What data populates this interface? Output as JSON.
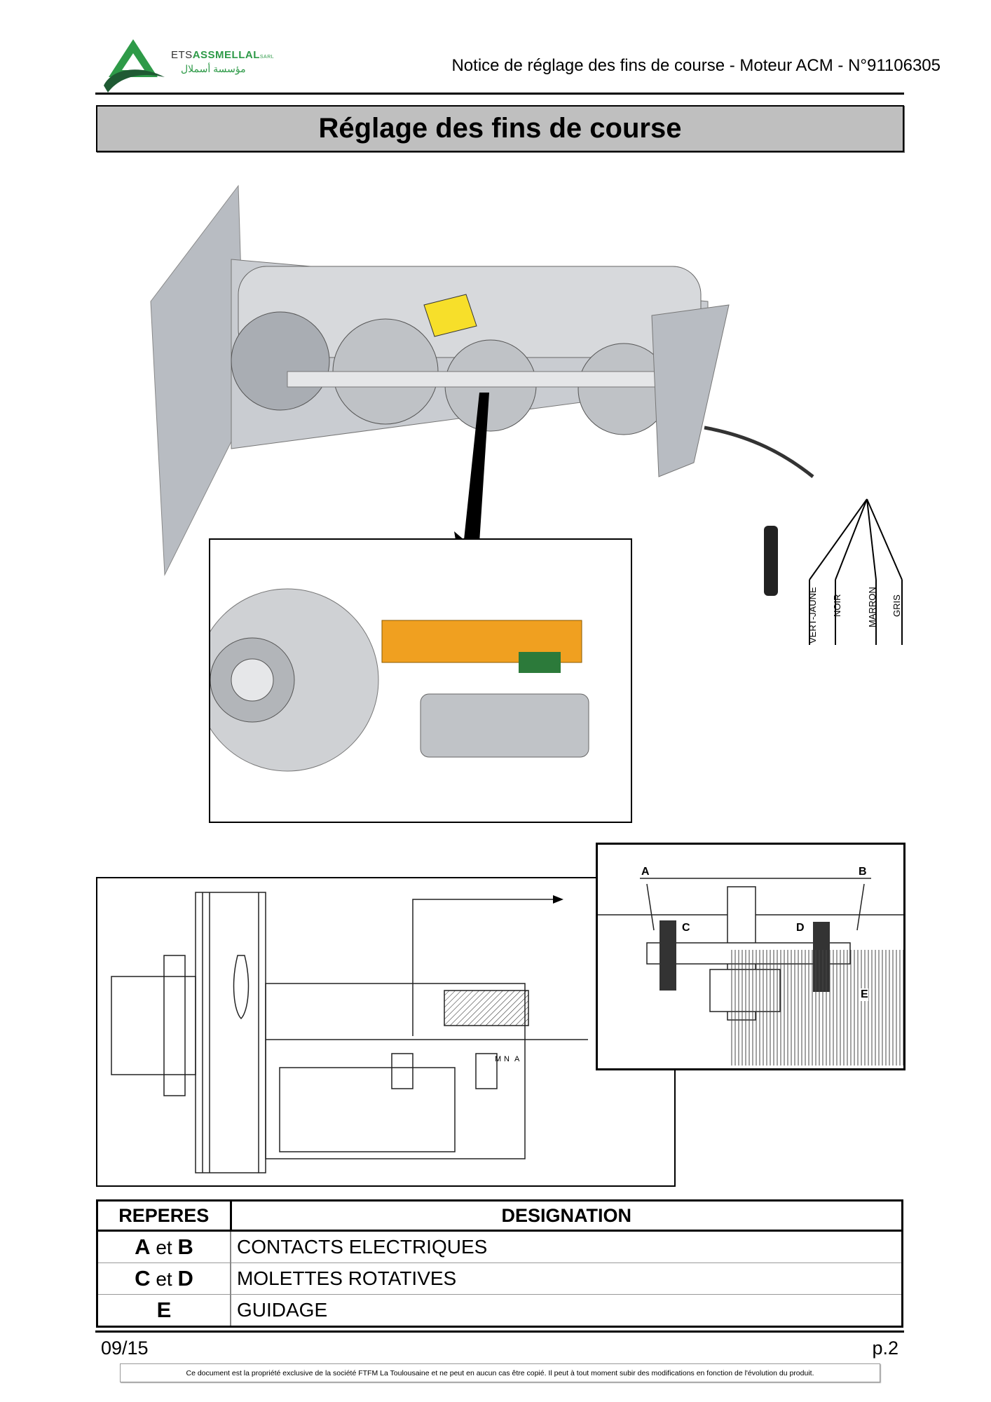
{
  "header": {
    "logo_text": "ETSASSMELLAL",
    "logo_text_prefix": "ETS",
    "logo_text_name": "ASSMELLAL",
    "logo_sarl": "SARL",
    "logo_arabic": "مؤسسة أسملال",
    "document_title": "Notice de réglage des fins de course - Moteur ACM - N°91106305"
  },
  "section_title": "Réglage des fins de course",
  "wires": [
    "VERT-JAUNE",
    "NOIR",
    "MARRON",
    "GRIS"
  ],
  "drawing": {
    "terminals": [
      "M",
      "N",
      "A"
    ]
  },
  "detail_labels": [
    "A",
    "B",
    "C",
    "D",
    "E"
  ],
  "table": {
    "headers": [
      "REPERES",
      "DESIGNATION"
    ],
    "rows": [
      {
        "ref1": "A",
        "sep": "et",
        "ref2": "B",
        "designation": "CONTACTS ELECTRIQUES"
      },
      {
        "ref1": "C",
        "sep": "et",
        "ref2": "D",
        "designation": "MOLETTES ROTATIVES"
      },
      {
        "ref1": "E",
        "sep": "",
        "ref2": "",
        "designation": "GUIDAGE"
      }
    ]
  },
  "footer": {
    "date": "09/15",
    "page": "p.2",
    "disclaimer": "Ce document est la propriété exclusive de la société FTFM La Toulousaine et ne peut en aucun cas être copié. Il peut à tout moment subir des modifications en fonction de l'évolution du produit."
  },
  "colors": {
    "brand_green": "#2e9a48",
    "title_bg": "#bfbfbf",
    "motor_orange": "#f0a020"
  }
}
